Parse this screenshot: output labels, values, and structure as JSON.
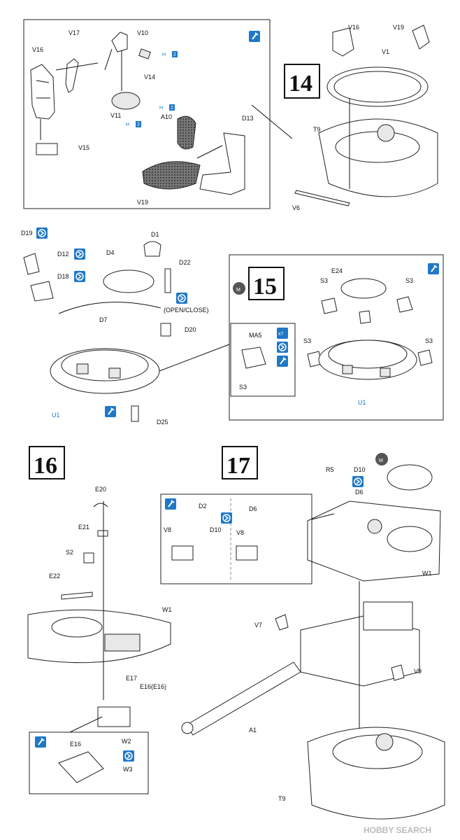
{
  "steps": {
    "s14": "14",
    "s15": "15",
    "s16": "16",
    "s17": "17"
  },
  "labels": {
    "V10": "V10",
    "V14": "V14",
    "V11": "V11",
    "V15": "V15",
    "V16": "V16",
    "V17": "V17",
    "V19": "V19",
    "A10": "A10",
    "D13": "D13",
    "V1": "V1",
    "T9": "T9",
    "V6": "V6",
    "D19": "D19",
    "D12": "D12",
    "D18": "D18",
    "D1": "D1",
    "D4": "D4",
    "D22": "D22",
    "D7": "D7",
    "D20": "D20",
    "D25": "D25",
    "U1": "U1",
    "open_close": "(OPEN/CLOSE)",
    "E24": "E24",
    "S3": "S3",
    "MA5": "MA5",
    "E20": "E20",
    "E21": "E21",
    "S2": "S2",
    "E22": "E22",
    "W1": "W1",
    "E17": "E17",
    "E16E16": "E16(E16)",
    "E16": "E16",
    "W2": "W2",
    "W3": "W3",
    "R5": "R5",
    "D10": "D10",
    "D6": "D6",
    "D2": "D2",
    "V8": "V8",
    "V7": "V7",
    "V9": "V9",
    "A1": "A1"
  },
  "badges": {
    "M": "M",
    "x7": "x7",
    "h": "H",
    "h2": "2"
  },
  "watermark": "HOBBY SEARCH"
}
